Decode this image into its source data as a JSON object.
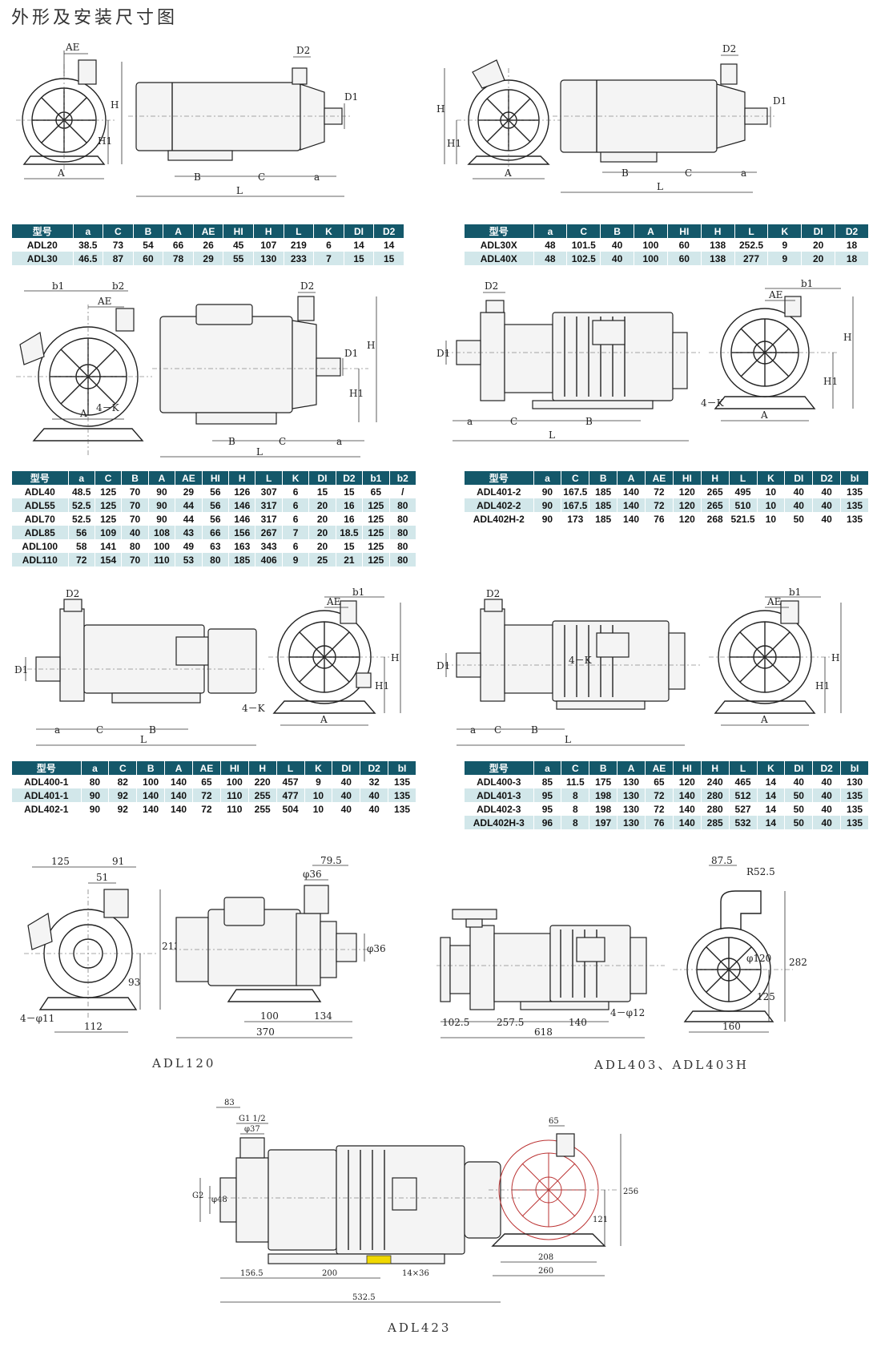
{
  "page_title": "外形及安装尺寸图",
  "tables": {
    "t1": {
      "headers": [
        "型号",
        "a",
        "C",
        "B",
        "A",
        "AE",
        "HI",
        "H",
        "L",
        "K",
        "DI",
        "D2"
      ],
      "rows": [
        [
          "ADL20",
          "38.5",
          "73",
          "54",
          "66",
          "26",
          "45",
          "107",
          "219",
          "6",
          "14",
          "14"
        ],
        [
          "ADL30",
          "46.5",
          "87",
          "60",
          "78",
          "29",
          "55",
          "130",
          "233",
          "7",
          "15",
          "15"
        ]
      ]
    },
    "t2": {
      "headers": [
        "型号",
        "a",
        "C",
        "B",
        "A",
        "HI",
        "H",
        "L",
        "K",
        "DI",
        "D2"
      ],
      "rows": [
        [
          "ADL30X",
          "48",
          "101.5",
          "40",
          "100",
          "60",
          "138",
          "252.5",
          "9",
          "20",
          "18"
        ],
        [
          "ADL40X",
          "48",
          "102.5",
          "40",
          "100",
          "60",
          "138",
          "277",
          "9",
          "20",
          "18"
        ]
      ]
    },
    "t3": {
      "headers": [
        "型号",
        "a",
        "C",
        "B",
        "A",
        "AE",
        "HI",
        "H",
        "L",
        "K",
        "DI",
        "D2",
        "b1",
        "b2"
      ],
      "rows": [
        [
          "ADL40",
          "48.5",
          "125",
          "70",
          "90",
          "29",
          "56",
          "126",
          "307",
          "6",
          "15",
          "15",
          "65",
          "/"
        ],
        [
          "ADL55",
          "52.5",
          "125",
          "70",
          "90",
          "44",
          "56",
          "146",
          "317",
          "6",
          "20",
          "16",
          "125",
          "80"
        ],
        [
          "ADL70",
          "52.5",
          "125",
          "70",
          "90",
          "44",
          "56",
          "146",
          "317",
          "6",
          "20",
          "16",
          "125",
          "80"
        ],
        [
          "ADL85",
          "56",
          "109",
          "40",
          "108",
          "43",
          "66",
          "156",
          "267",
          "7",
          "20",
          "18.5",
          "125",
          "80"
        ],
        [
          "ADL100",
          "58",
          "141",
          "80",
          "100",
          "49",
          "63",
          "163",
          "343",
          "6",
          "20",
          "15",
          "125",
          "80"
        ],
        [
          "ADL110",
          "72",
          "154",
          "70",
          "110",
          "53",
          "80",
          "185",
          "406",
          "9",
          "25",
          "21",
          "125",
          "80"
        ]
      ]
    },
    "t4": {
      "headers": [
        "型号",
        "a",
        "C",
        "B",
        "A",
        "AE",
        "HI",
        "H",
        "L",
        "K",
        "DI",
        "D2",
        "bI"
      ],
      "rows": [
        [
          "ADL401-2",
          "90",
          "167.5",
          "185",
          "140",
          "72",
          "120",
          "265",
          "495",
          "10",
          "40",
          "40",
          "135"
        ],
        [
          "ADL402-2",
          "90",
          "167.5",
          "185",
          "140",
          "72",
          "120",
          "265",
          "510",
          "10",
          "40",
          "40",
          "135"
        ],
        [
          "ADL402H-2",
          "90",
          "173",
          "185",
          "140",
          "76",
          "120",
          "268",
          "521.5",
          "10",
          "50",
          "40",
          "135"
        ]
      ]
    },
    "t5": {
      "headers": [
        "型号",
        "a",
        "C",
        "B",
        "A",
        "AE",
        "HI",
        "H",
        "L",
        "K",
        "DI",
        "D2",
        "bI"
      ],
      "rows": [
        [
          "ADL400-1",
          "80",
          "82",
          "100",
          "140",
          "65",
          "100",
          "220",
          "457",
          "9",
          "40",
          "32",
          "135"
        ],
        [
          "ADL401-1",
          "90",
          "92",
          "140",
          "140",
          "72",
          "110",
          "255",
          "477",
          "10",
          "40",
          "40",
          "135"
        ],
        [
          "ADL402-1",
          "90",
          "92",
          "140",
          "140",
          "72",
          "110",
          "255",
          "504",
          "10",
          "40",
          "40",
          "135"
        ]
      ]
    },
    "t6": {
      "headers": [
        "型号",
        "a",
        "C",
        "B",
        "A",
        "AE",
        "HI",
        "H",
        "L",
        "K",
        "DI",
        "D2",
        "bI"
      ],
      "rows": [
        [
          "ADL400-3",
          "85",
          "11.5",
          "175",
          "130",
          "65",
          "120",
          "240",
          "465",
          "14",
          "40",
          "40",
          "130"
        ],
        [
          "ADL401-3",
          "95",
          "8",
          "198",
          "130",
          "72",
          "140",
          "280",
          "512",
          "14",
          "50",
          "40",
          "135"
        ],
        [
          "ADL402-3",
          "95",
          "8",
          "198",
          "130",
          "72",
          "140",
          "280",
          "527",
          "14",
          "50",
          "40",
          "135"
        ],
        [
          "ADL402H-3",
          "96",
          "8",
          "197",
          "130",
          "76",
          "140",
          "285",
          "532",
          "14",
          "50",
          "40",
          "135"
        ]
      ]
    }
  },
  "captions": {
    "adl120": "ADL120",
    "adl403": "ADL403、ADL403H",
    "adl423": "ADL423"
  },
  "dims": {
    "d1": {
      "AE": "AE",
      "H": "H",
      "H1": "H1",
      "A": "A",
      "D2": "D2",
      "D1": "D1",
      "B": "B",
      "C": "C",
      "a": "a",
      "L": "L"
    },
    "d3": {
      "b1": "b1",
      "b2": "b2",
      "AE": "AE",
      "K": "4－K",
      "A": "A",
      "D2": "D2",
      "D1": "D1",
      "H1": "H1",
      "H": "H",
      "B": "B",
      "C": "C",
      "a": "a",
      "L": "L"
    },
    "d4": {
      "D2": "D2",
      "D1": "D1",
      "a": "a",
      "C": "C",
      "B": "B",
      "L": "L",
      "b1": "b1",
      "AE": "AE",
      "H": "H",
      "H1": "H1",
      "K": "4－K",
      "A": "A"
    },
    "adl120": {
      "w125": "125",
      "w91": "91",
      "w51": "51",
      "h213": "213",
      "h93": "93",
      "k": "4－φ11",
      "w112": "112",
      "d795": "79.5",
      "d36": "φ36",
      "d36b": "φ36",
      "w100": "100",
      "w134": "134",
      "w370": "370"
    },
    "adl403": {
      "d875": "87.5",
      "r525": "R52.5",
      "d120": "φ120",
      "h282": "282",
      "h125": "125",
      "w160": "160",
      "w1025": "102.5",
      "w2575": "257.5",
      "w618": "618",
      "w140": "140",
      "k": "4－φ12"
    },
    "adl423": {
      "w83": "83",
      "g1": "G1 1/2",
      "d37": "φ37",
      "g2": "G2",
      "d48": "φ48",
      "w1565": "156.5",
      "w200": "200",
      "w5325": "532.5",
      "slot": "14×36",
      "w65": "65",
      "h256": "256",
      "h121": "121",
      "w208": "208",
      "w260": "260"
    }
  },
  "colors": {
    "table_header": "#14586a",
    "table_stripe": "#d2e7ea",
    "highlight": "#f0d800"
  }
}
